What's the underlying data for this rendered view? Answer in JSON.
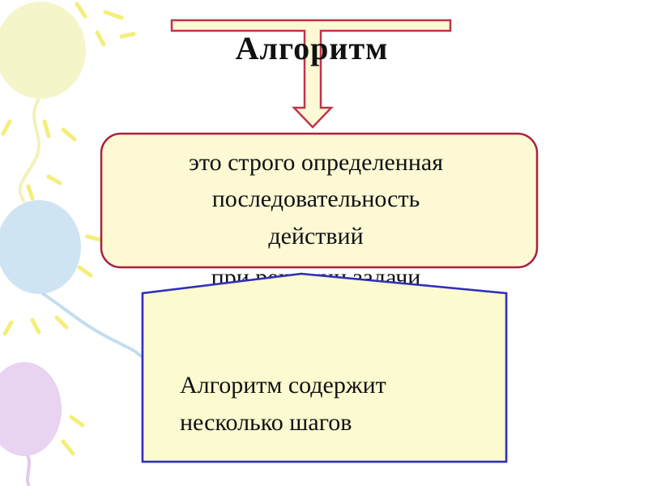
{
  "slide": {
    "title": "Алгоритм",
    "definition_lines": [
      "это строго определенная",
      "последовательность",
      "действий",
      "при решении задачи"
    ],
    "step_lines": [
      "Алгоритм содержит",
      "несколько шагов"
    ]
  },
  "colors": {
    "box_fill": "#fcf9d4",
    "box_border": "#a8213e",
    "arrow_fill": "#fcf9d4",
    "arrow_border": "#c0334a",
    "pentagon_fill": "#fbfad0",
    "pentagon_border": "#3030b8",
    "balloon_yellow": "#f2f2b8",
    "balloon_blue": "#c3ddef",
    "balloon_purple": "#e2c8ee",
    "sparkle": "#f4ee7a"
  }
}
